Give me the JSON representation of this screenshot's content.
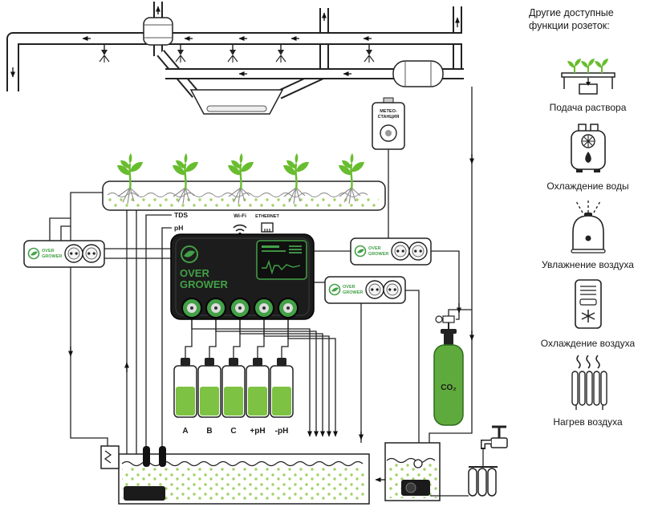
{
  "colors": {
    "accent": "#43a047",
    "plant": "#68bd2f",
    "liquid": "#7dc242",
    "dot": "#a2d168",
    "co2": "#5faa3c",
    "dark": "#1c1c1c",
    "line": "#222222"
  },
  "brand": {
    "line1": "OVER",
    "line2": "GROWER"
  },
  "sidebar": {
    "title": "Другие доступные функции розеток:",
    "items": [
      {
        "label": "Подача раствора",
        "icon": "solution-supply-icon"
      },
      {
        "label": "Охлаждение воды",
        "icon": "water-cooling-icon"
      },
      {
        "label": "Увлажнение воздуха",
        "icon": "air-humidification-icon"
      },
      {
        "label": "Охлаждение воздуха",
        "icon": "air-cooling-icon"
      },
      {
        "label": "Нагрев воздуха",
        "icon": "air-heating-icon"
      }
    ]
  },
  "diagram": {
    "weather_station": {
      "line1": "МЕТЕО-",
      "line2": "СТАНЦИЯ"
    },
    "labels": {
      "tds": "TDS",
      "ph": "pH",
      "wifi": "Wi-Fi",
      "ethernet": "ETHERNET",
      "co2": "CO₂"
    },
    "bottles": [
      {
        "label": "A"
      },
      {
        "label": "B"
      },
      {
        "label": "C"
      },
      {
        "label": "+pH"
      },
      {
        "label": "-pH"
      }
    ]
  }
}
